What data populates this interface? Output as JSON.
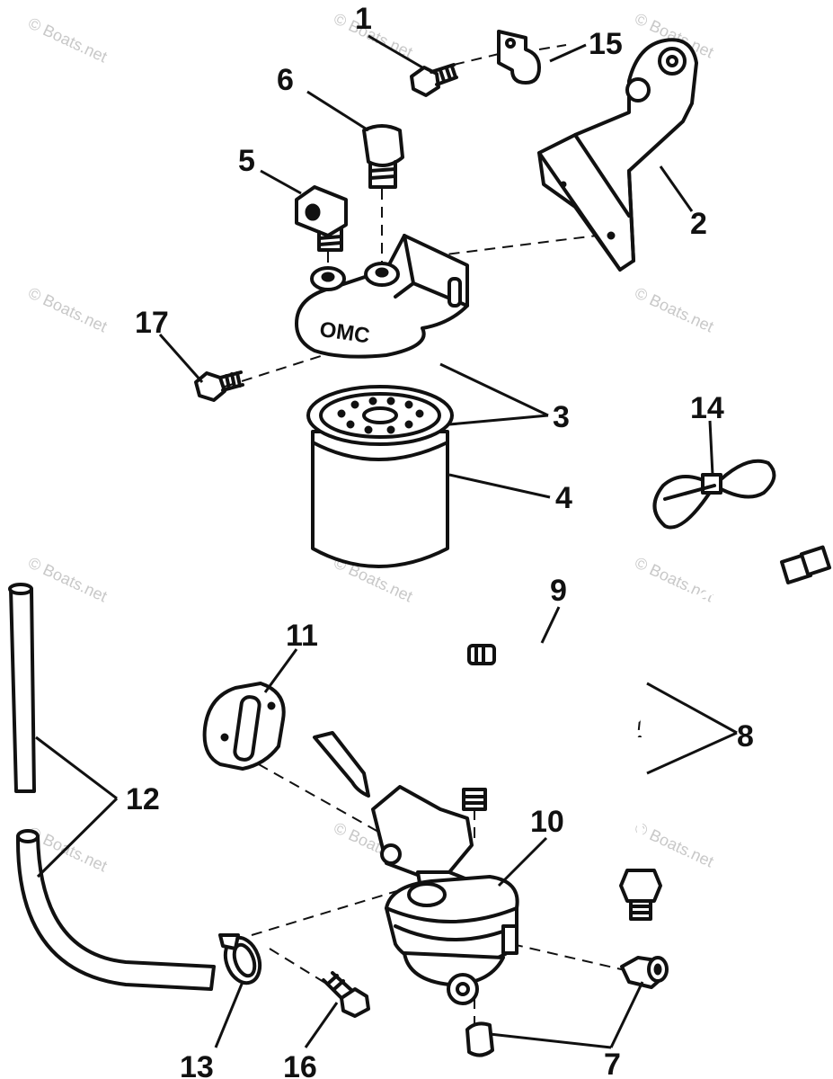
{
  "callouts": {
    "c1": "1",
    "c2": "2",
    "c3": "3",
    "c4": "4",
    "c5": "5",
    "c6": "6",
    "c7": "7",
    "c8": "8",
    "c9": "9",
    "c10": "10",
    "c11": "11",
    "c12": "12",
    "c13": "13",
    "c14": "14",
    "c15": "15",
    "c16": "16",
    "c17": "17"
  },
  "watermark": "© Boats.net",
  "base_marking": "OMC"
}
